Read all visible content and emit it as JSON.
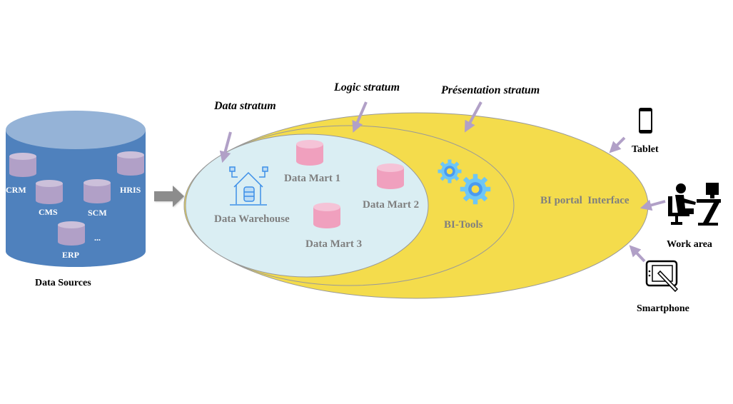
{
  "data_sources": {
    "title": "Data Sources",
    "items": [
      "CRM",
      "CMS",
      "SCM",
      "HRIS",
      "ERP",
      "..."
    ]
  },
  "strata": {
    "data": "Data stratum",
    "logic": "Logic stratum",
    "presentation": "Présentation stratum"
  },
  "data_layer": {
    "warehouse": "Data Warehouse",
    "marts": [
      "Data Mart 1",
      "Data Mart 2",
      "Data Mart 3"
    ]
  },
  "logic_layer": {
    "tools": "BI-Tools"
  },
  "presentation_layer": {
    "portal": "BI portal  Interface"
  },
  "clients": [
    "Tablet",
    "Work area",
    "Smartphone"
  ],
  "colors": {
    "source_body": "#4f81bd",
    "source_top": "#95b3d7",
    "small_db": "#b1a0c7",
    "mart": "#f0a0be",
    "data_ellipse": "#daeef3",
    "strata_fill": "#f4dc4c",
    "arrow": "#b1a0c7"
  }
}
